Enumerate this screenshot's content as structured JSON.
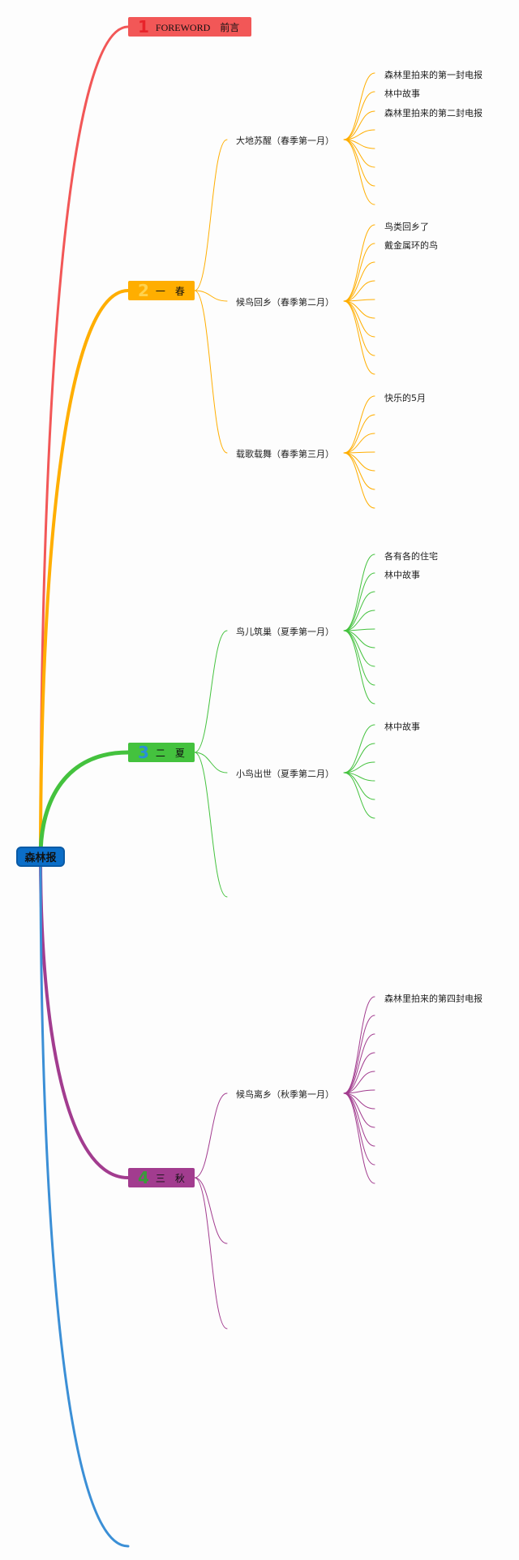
{
  "root": {
    "label": "森林报",
    "color": "#0b6ec8"
  },
  "branches": [
    {
      "num": "1",
      "label": "FOREWORD    前言",
      "color": "#f25757",
      "num_color": "#e8232a"
    },
    {
      "num": "2",
      "label": "一    春",
      "color": "#ffae00",
      "num_color": "#ffd24d"
    },
    {
      "num": "3",
      "label": "二    夏",
      "color": "#44c23e",
      "num_color": "#2a8fd6"
    },
    {
      "num": "4",
      "label": "三    秋",
      "color": "#a23c8f",
      "num_color": "#3a9a3a"
    }
  ],
  "topics": {
    "spring_1": {
      "label": "大地苏醒（春季第一月）",
      "leaves": [
        "森林里拍来的第一封电报",
        "林中故事",
        "森林里拍来的第二封电报"
      ]
    },
    "spring_2": {
      "label": "候鸟回乡（春季第二月）",
      "leaves": [
        "鸟类回乡了",
        "戴金属环的鸟"
      ]
    },
    "spring_3": {
      "label": "载歌载舞（春季第三月）",
      "leaves": [
        "快乐的5月"
      ]
    },
    "summer_1": {
      "label": "鸟儿筑巢（夏季第一月）",
      "leaves": [
        "各有各的住宅",
        "林中故事"
      ]
    },
    "summer_2": {
      "label": "小鸟出世（夏季第二月）",
      "leaves": [
        "林中故事"
      ]
    },
    "autumn_1": {
      "label": "候鸟离乡（秋季第一月）",
      "leaves": [
        "森林里拍来的第四封电报"
      ]
    }
  },
  "extra_branch_color": "#3b8fd6"
}
